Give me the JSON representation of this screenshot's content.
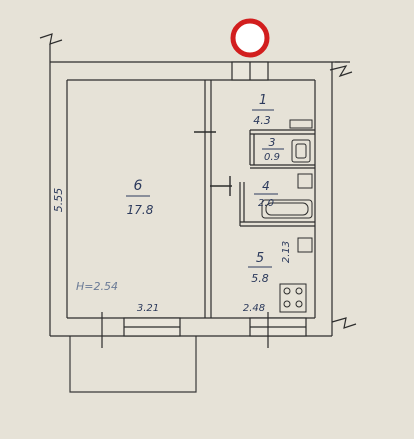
{
  "colors": {
    "paper": "#eae6dc",
    "ink": "#2c2c2c",
    "pen": "#2c3a5c",
    "pencil": "#6a7a96",
    "marker": "#d21e1e"
  },
  "rooms": [
    {
      "number": "1",
      "area": "4.3"
    },
    {
      "number": "3",
      "area": "0.9"
    },
    {
      "number": "4",
      "area": "2.0"
    },
    {
      "number": "5",
      "area": "5.8"
    },
    {
      "number": "6",
      "area": "17.8"
    }
  ],
  "dimensions": {
    "height_note": "H=2.54",
    "living_length": "5.55",
    "kitchen_length": "2.13",
    "living_width": "3.21",
    "kitchen_width": "2.48"
  }
}
